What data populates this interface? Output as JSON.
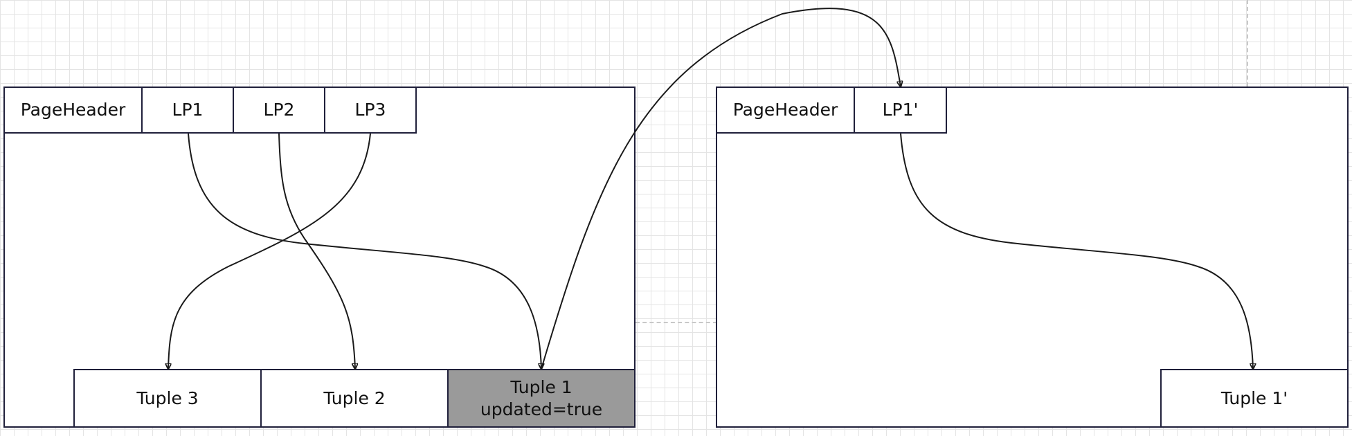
{
  "page_left": {
    "header_label": "PageHeader",
    "line_pointers": [
      "LP1",
      "LP2",
      "LP3"
    ],
    "tuples": [
      "Tuple 3",
      "Tuple 2"
    ],
    "updated_tuple": {
      "name": "Tuple 1",
      "flag": "updated=true",
      "color": "#9a9a9a"
    }
  },
  "page_right": {
    "header_label": "PageHeader",
    "line_pointers": [
      "LP1'"
    ],
    "tuples": [
      "Tuple 1'"
    ]
  },
  "colors": {
    "border": "#1f1f3a",
    "arrow": "#1a1a1a",
    "grid": "#e4e4e4"
  }
}
